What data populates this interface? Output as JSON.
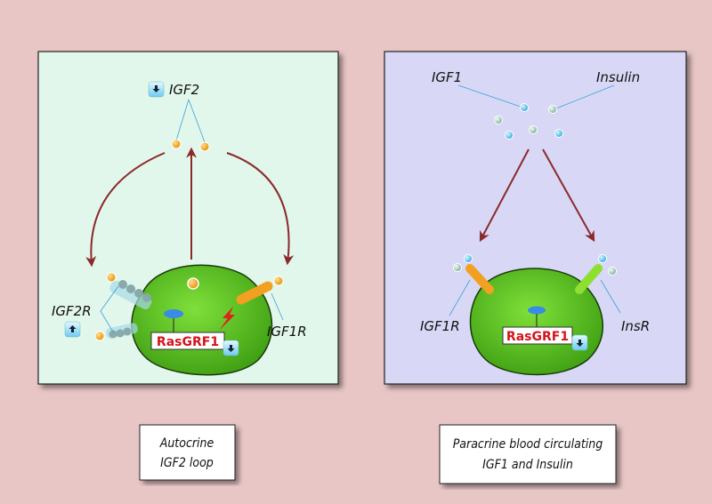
{
  "left_panel": {
    "ligand_label": "IGF2",
    "receptor2_label": "IGF2R",
    "receptor1_label": "IGF1R",
    "effector_label": "RasGRF1",
    "caption_line1": "Autocrine",
    "caption_line2": "IGF2 loop",
    "colors": {
      "background": "#e2f7ec",
      "ligand": "#f5a623"
    }
  },
  "right_panel": {
    "ligand1_label": "IGF1",
    "ligand2_label": "Insulin",
    "receptor1_label": "IGF1R",
    "receptor2_label": "InsR",
    "effector_label": "RasGRF1",
    "caption_line1": "Paracrine blood circulating",
    "caption_line2": "IGF1 and Insulin",
    "colors": {
      "background": "#d8d8f6",
      "igf1": "#5cc8ee",
      "insulin": "#a8c8b8"
    }
  },
  "icons": [
    "down-arrow-icon",
    "up-arrow-icon"
  ],
  "colors": {
    "page": "#e9c6c6",
    "cell": "#5cc21e",
    "arrow": "#8b2a2a",
    "effector_text": "#d4141c"
  }
}
